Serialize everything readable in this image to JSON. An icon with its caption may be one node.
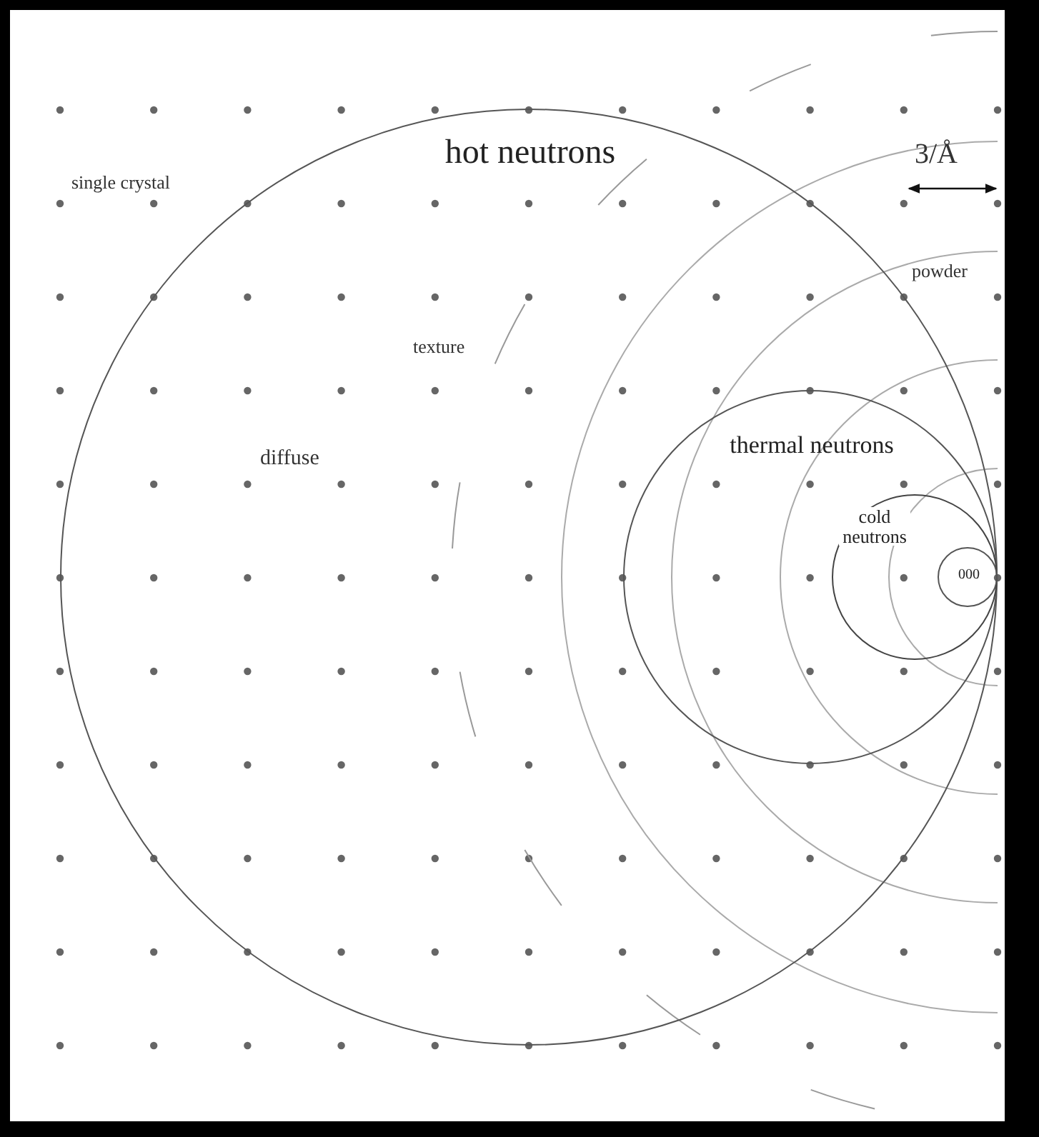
{
  "diagram": {
    "nodes": [
      {
        "text": [
          "hot neutrons"
        ]
      },
      {
        "text": [
          "thermal neutrons"
        ],
        "in": 0
      },
      {
        "text": [
          "cold neutrons"
        ],
        "in": 1
      },
      {
        "text": [
          "000"
        ],
        "in": 2
      }
    ],
    "labels": [
      "3/Å",
      "single crystal",
      "powder",
      "texture",
      "diffuse"
    ]
  }
}
